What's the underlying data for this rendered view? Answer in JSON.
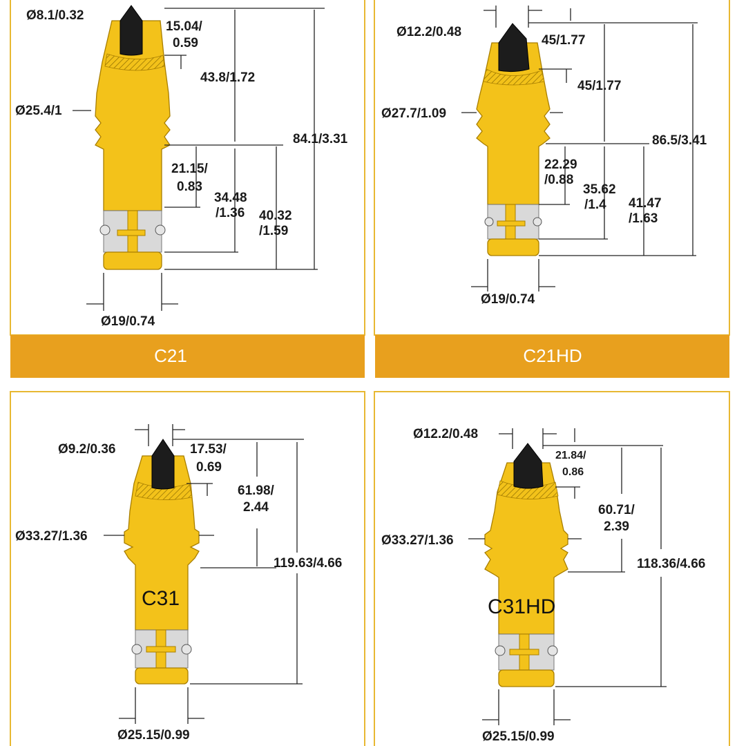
{
  "colors": {
    "frame": "#e8b832",
    "banner": "#e8a01e",
    "tool_body": "#f3c21a",
    "carbide": "#1c1c1c"
  },
  "panels": {
    "c21": {
      "name": "C21",
      "tip_dia": "Ø8.1/0.32",
      "tip_len_a": "15.04/",
      "tip_len_b": "0.59",
      "head_len": "43.8/1.72",
      "collar_dia": "Ø25.4/1",
      "total_len": "84.1/3.31",
      "d1_a": "21.15/",
      "d1_b": "0.83",
      "d2_a": "34.48",
      "d2_b": "/1.36",
      "d3_a": "40.32",
      "d3_b": "/1.59",
      "shank_dia": "Ø19/0.74"
    },
    "c21hd": {
      "name": "C21HD",
      "tip_dia": "Ø12.2/0.48",
      "tip_len": "45/1.77",
      "head_len": "45/1.77",
      "collar_dia": "Ø27.7/1.09",
      "total_len": "86.5/3.41",
      "d1_a": "22.29",
      "d1_b": "/0.88",
      "d2_a": "35.62",
      "d2_b": "/1.4",
      "d3_a": "41.47",
      "d3_b": "/1.63",
      "shank_dia": "Ø19/0.74"
    },
    "c31": {
      "name": "C31",
      "tip_dia": "Ø9.2/0.36",
      "tip_len_a": "17.53/",
      "tip_len_b": "0.69",
      "head_len_a": "61.98/",
      "head_len_b": "2.44",
      "collar_dia": "Ø33.27/1.36",
      "total_len": "119.63/4.66",
      "shank_dia": "Ø25.15/0.99"
    },
    "c31hd": {
      "name": "C31HD",
      "tip_dia": "Ø12.2/0.48",
      "tip_len_a": "21.84/",
      "tip_len_b": "0.86",
      "head_len_a": "60.71/",
      "head_len_b": "2.39",
      "collar_dia": "Ø33.27/1.36",
      "total_len": "118.36/4.66",
      "shank_dia": "Ø25.15/0.99"
    }
  }
}
